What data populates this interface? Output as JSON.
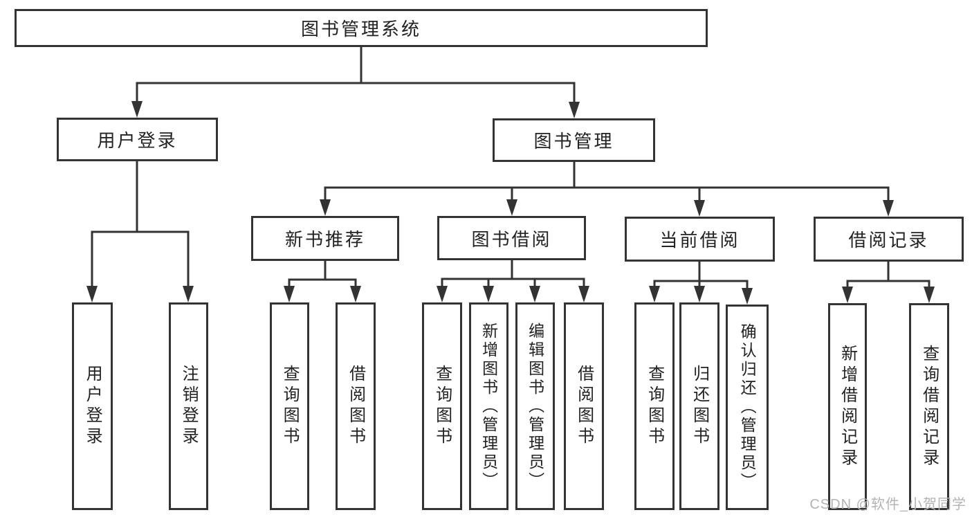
{
  "diagram_title": "图书管理系统",
  "tree": {
    "label": "图书管理系统",
    "children": [
      {
        "label": "用户登录",
        "children": [
          {
            "label": "用户登录"
          },
          {
            "label": "注销登录"
          }
        ]
      },
      {
        "label": "图书管理",
        "children": [
          {
            "label": "新书推荐",
            "children": [
              {
                "label": "查询图书"
              },
              {
                "label": "借阅图书"
              }
            ]
          },
          {
            "label": "图书借阅",
            "children": [
              {
                "label": "查询图书"
              },
              {
                "label": "新增图书（管理员）"
              },
              {
                "label": "编辑图书（管理员）"
              },
              {
                "label": "借阅图书"
              }
            ]
          },
          {
            "label": "当前借阅",
            "children": [
              {
                "label": "查询图书"
              },
              {
                "label": "归还图书"
              },
              {
                "label": "确认归还（管理员）"
              }
            ]
          },
          {
            "label": "借阅记录",
            "children": [
              {
                "label": "新增借阅记录"
              },
              {
                "label": "查询借阅记录"
              }
            ]
          }
        ]
      }
    ]
  },
  "watermark": "CSDN @软件_小贺同学",
  "colors": {
    "line": "#333333",
    "box_border": "#333333",
    "text": "#222222",
    "background": "#ffffff",
    "watermark": "#b3b3b3"
  }
}
